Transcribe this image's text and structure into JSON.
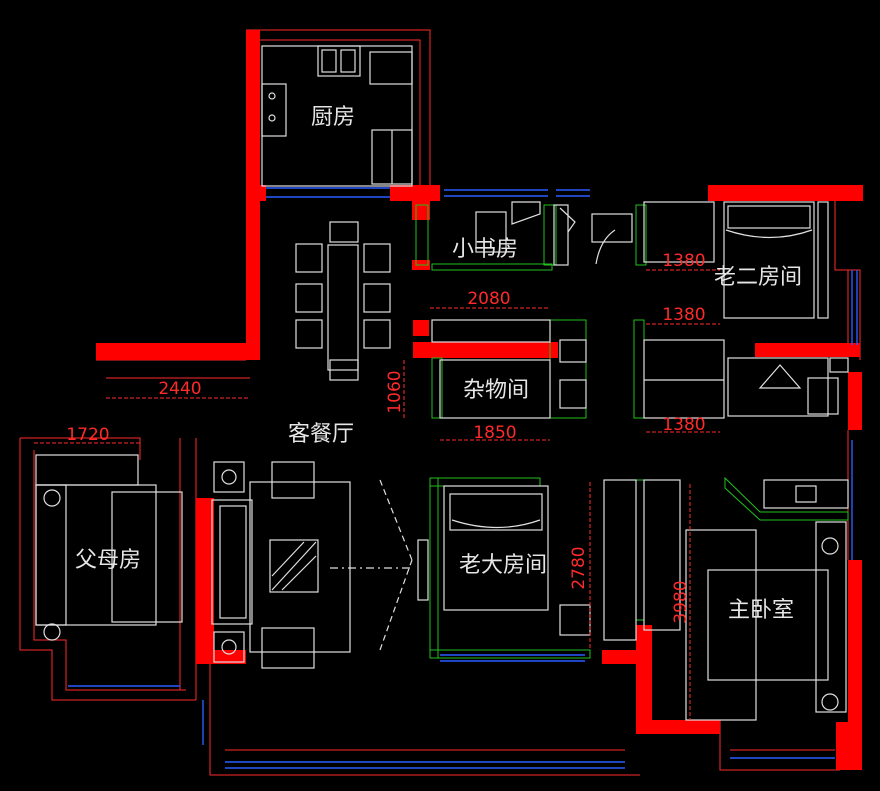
{
  "rooms": {
    "kitchen": "厨房",
    "study": "小书房",
    "second_bedroom": "老二房间",
    "storage": "杂物间",
    "living_dining": "客餐厅",
    "parents_room": "父母房",
    "eldest_room": "老大房间",
    "master_bedroom": "主卧室"
  },
  "dimensions": {
    "d2080": "2080",
    "d1380_a": "1380",
    "d1380_b": "1380",
    "d1380_c": "1380",
    "d2440": "2440",
    "d1060": "1060",
    "d1850": "1850",
    "d1720": "1720",
    "d2780": "2780",
    "d3980": "3980"
  },
  "colors": {
    "background": "#000000",
    "wall": "#ff0000",
    "dimension": "#ff2a2a",
    "furniture": "#e0e0e0",
    "cabinet_hatch": "#21c121",
    "window": "#2a5cff"
  }
}
